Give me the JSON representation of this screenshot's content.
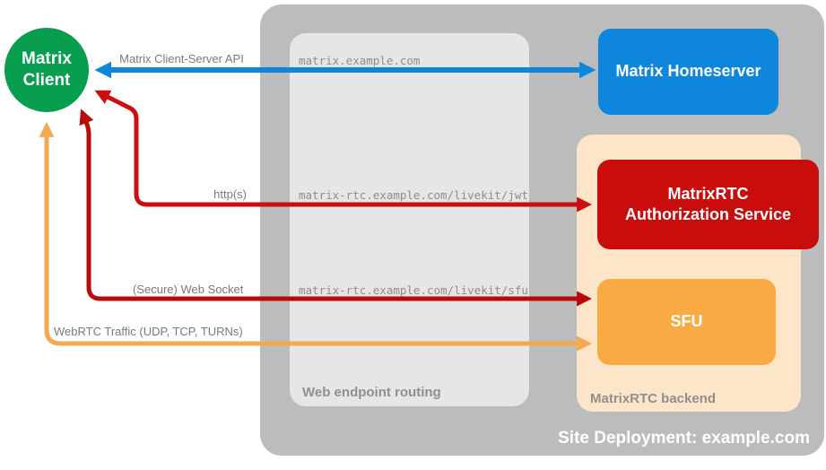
{
  "title": "Site Deployment: example.com",
  "nodes": {
    "client": {
      "line1": "Matrix",
      "line2": "Client",
      "color": "#089E50"
    },
    "homeserver": {
      "label": "Matrix Homeserver",
      "color": "#0E86DC"
    },
    "auth_service": {
      "label": "MatrixRTC Authorization Service",
      "color": "#C90D0D"
    },
    "sfu": {
      "label": "SFU",
      "color": "#FAAA43"
    }
  },
  "containers": {
    "routing": {
      "label": "Web endpoint routing"
    },
    "backend": {
      "label": "MatrixRTC backend"
    }
  },
  "endpoints": {
    "homeserver": "matrix.example.com",
    "jwt": "matrix-rtc.example.com/livekit/jwt",
    "sfu": "matrix-rtc.example.com/livekit/sfu"
  },
  "connections": {
    "client_server_api": {
      "label": "Matrix Client-Server API",
      "color": "#0E86DC"
    },
    "http": {
      "label": "http(s)",
      "color": "#CC0F0E"
    },
    "websocket": {
      "label": "(Secure) Web Socket",
      "color": "#B90A0A"
    },
    "webrtc": {
      "label": "WebRTC Traffic (UDP, TCP, TURNs)",
      "color": "#F5A94F"
    }
  }
}
